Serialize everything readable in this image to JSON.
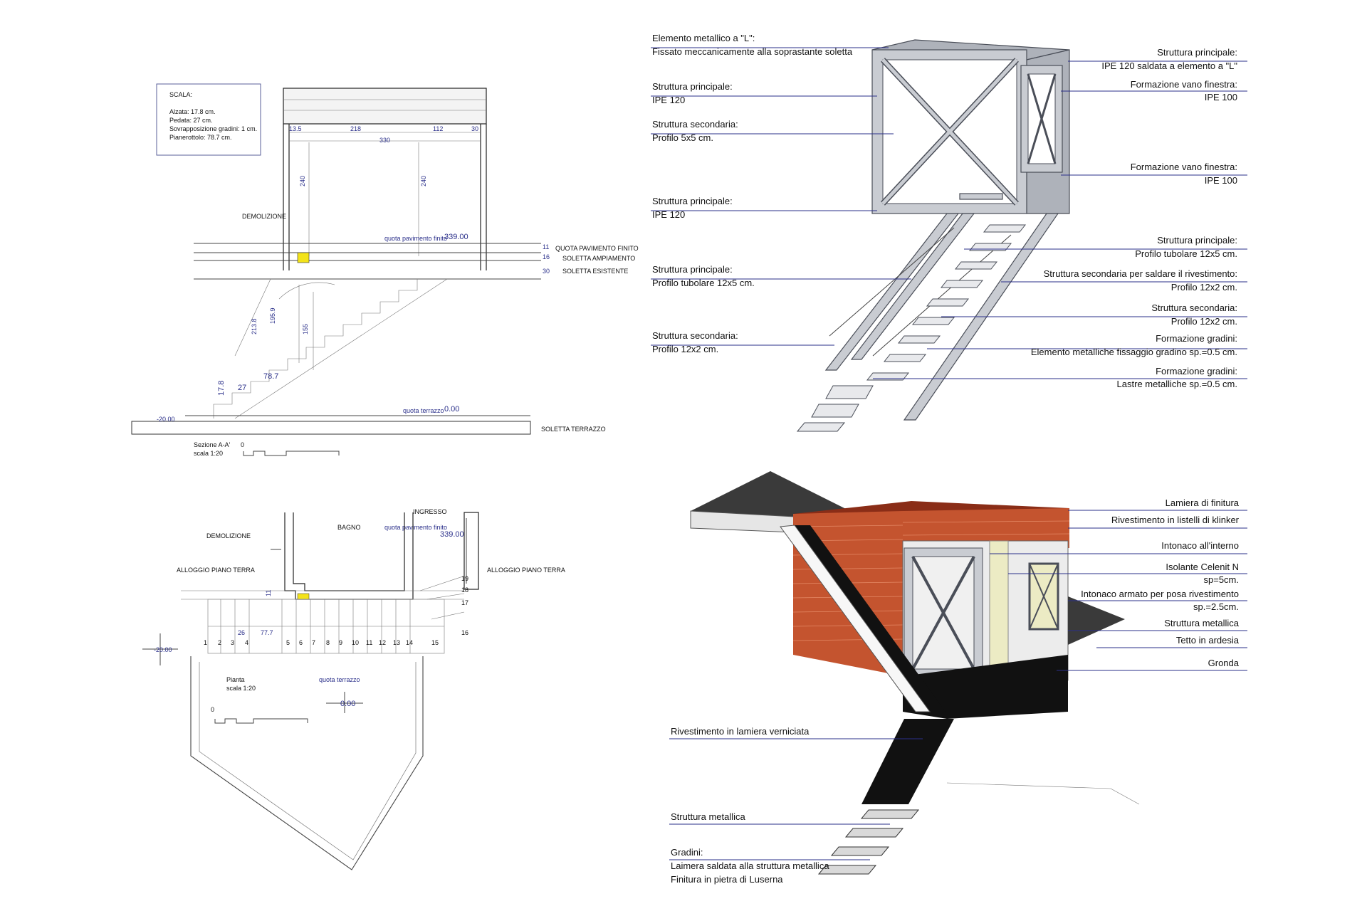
{
  "section": {
    "scala_box": {
      "title": "SCALA:",
      "lines": [
        "Alzata: 17.8 cm.",
        "Pedata: 27 cm.",
        "Sovrapposizione gradini: 1  cm.",
        "Pianerottolo: 78.7 cm."
      ]
    },
    "labels": {
      "demolizione": "DEMOLIZIONE",
      "quota_pav": "quota pavimento finito",
      "quota_pav_val": "339.00",
      "quota_pav_finito": "QUOTA PAVIMENTO FINITO",
      "soletta_ampiamento": "SOLETTA AMPIAMENTO",
      "soletta_esistente": "SOLETTA ESISTENTE",
      "quota_terrazzo": "quota terrazzo",
      "quota_terrazzo_val": "0.00",
      "soletta_terrazzo": "SOLETTA TERRAZZO",
      "minus20": "-20.00",
      "sezione": "Sezione A-A'",
      "scala": "scala 1:20",
      "zero": "0"
    },
    "dims": {
      "d135": "13.5",
      "d218": "218",
      "d112": "112",
      "d30": "30",
      "d330": "330",
      "d240a": "240",
      "d240b": "240",
      "d2138": "213.8",
      "d1959": "195.9",
      "d155": "155",
      "d787": "78.7",
      "d27": "27",
      "d178": "17.8",
      "d11": "11",
      "d16": "16",
      "d30b": "30"
    }
  },
  "plan": {
    "labels": {
      "ingresso": "INGRESSO",
      "bagno": "BAGNO",
      "quota_pav": "quota pavimento finito",
      "quota_pav_val": "339.00",
      "demolizione": "DEMOLIZIONE",
      "alloggio_l": "ALLOGGIO PIANO TERRA",
      "alloggio_r": "ALLOGGIO PIANO TERRA",
      "minus20": "-20.00",
      "pianta": "Pianta",
      "scala": "scala 1:20",
      "quota_terrazzo": "quota terrazzo",
      "quota_terrazzo_val": "0.00",
      "zero": "0",
      "d26": "26",
      "d777": "77.7",
      "d11": "11"
    },
    "steps": [
      "1",
      "2",
      "3",
      "4",
      "5",
      "6",
      "7",
      "8",
      "9",
      "10",
      "11",
      "12",
      "13",
      "14",
      "15",
      "16",
      "17",
      "18",
      "19"
    ]
  },
  "structure_callouts": {
    "left": [
      {
        "l1": "Elemento metallico a \"L\":",
        "l2": "Fissato meccanicamente alla soprastante soletta"
      },
      {
        "l1": "Struttura principale:",
        "l2": "IPE 120"
      },
      {
        "l1": "Struttura secondaria:",
        "l2": "Profilo 5x5 cm."
      },
      {
        "l1": "Struttura principale:",
        "l2": "IPE 120"
      },
      {
        "l1": "Struttura principale:",
        "l2": "Profilo tubolare 12x5 cm."
      },
      {
        "l1": "Struttura secondaria:",
        "l2": "Profilo 12x2 cm."
      }
    ],
    "right": [
      {
        "l1": "Struttura principale:",
        "l2": "IPE 120 saldata a elemento a \"L\""
      },
      {
        "l1": "Formazione vano finestra:",
        "l2": "IPE 100"
      },
      {
        "l1": "Formazione vano finestra:",
        "l2": "IPE 100"
      },
      {
        "l1": "Struttura principale:",
        "l2": "Profilo tubolare 12x5 cm."
      },
      {
        "l1": "Struttura secondaria per saldare il rivestimento:",
        "l2": "Profilo 12x2 cm."
      },
      {
        "l1": "Struttura secondaria:",
        "l2": "Profilo 12x2 cm."
      },
      {
        "l1": "Formazione gradini:",
        "l2": "Elemento metalliche fissaggio gradino sp.=0.5 cm."
      },
      {
        "l1": "Formazione gradini:",
        "l2": "Lastre metalliche sp.=0.5 cm."
      }
    ]
  },
  "finish_callouts": {
    "right": [
      {
        "l1": "Lamiera di finitura",
        "l2": ""
      },
      {
        "l1": "Rivestimento in listelli di klinker",
        "l2": ""
      },
      {
        "l1": "Intonaco all'interno",
        "l2": ""
      },
      {
        "l1": "Isolante Celenit N",
        "l2": "sp=5cm."
      },
      {
        "l1": "Intonaco armato per posa rivestimento",
        "l2": "sp.=2.5cm."
      },
      {
        "l1": "Struttura metallica",
        "l2": ""
      },
      {
        "l1": "Tetto in ardesia",
        "l2": ""
      },
      {
        "l1": "Gronda",
        "l2": ""
      }
    ],
    "left": [
      {
        "l1": "Rivestimento in lamiera verniciata"
      },
      {
        "l1": "Struttura metallica"
      },
      {
        "l1": "Gradini:",
        "l2": "Laimera saldata alla struttura metallica",
        "l3": "Finitura in pietra di Luserna"
      }
    ]
  },
  "colors": {
    "callout_line": "#2a2f8a",
    "brick": "#c4542f",
    "slate": "#3a3a3a",
    "steel": "#c9ccd2",
    "insulation": "#ecebc4",
    "highlight": "#f3e31a"
  }
}
